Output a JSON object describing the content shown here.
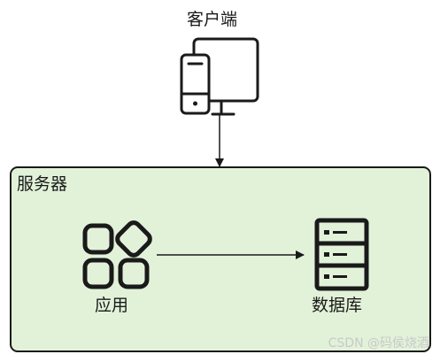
{
  "diagram": {
    "client": {
      "label": "客户端"
    },
    "server": {
      "label": "服务器"
    },
    "app": {
      "label": "应用"
    },
    "database": {
      "label": "数据库"
    }
  },
  "watermark": "CSDN @码侯烧酒",
  "colors": {
    "server_fill": "#e2f2d9",
    "stroke": "#1a1a1a",
    "watermark": "#c9c9c9"
  },
  "icons": {
    "client": "desktop-and-phone-icon",
    "app": "apps-grid-icon",
    "database": "server-rack-icon"
  }
}
